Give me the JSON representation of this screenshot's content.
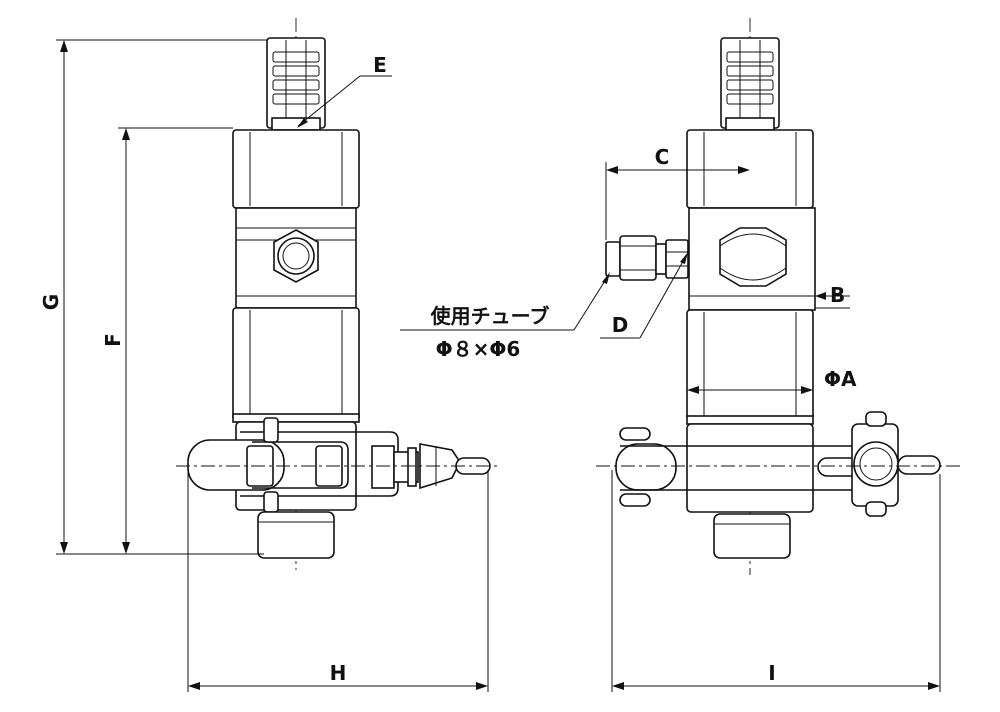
{
  "labels": {
    "E": "E",
    "G": "G",
    "F": "F",
    "H": "H",
    "C": "C",
    "B": "B",
    "D": "D",
    "A": "ΦA",
    "I": "I"
  },
  "tube_note": {
    "line1": "使用チューブ",
    "line2": "Φ８×Φ6"
  }
}
